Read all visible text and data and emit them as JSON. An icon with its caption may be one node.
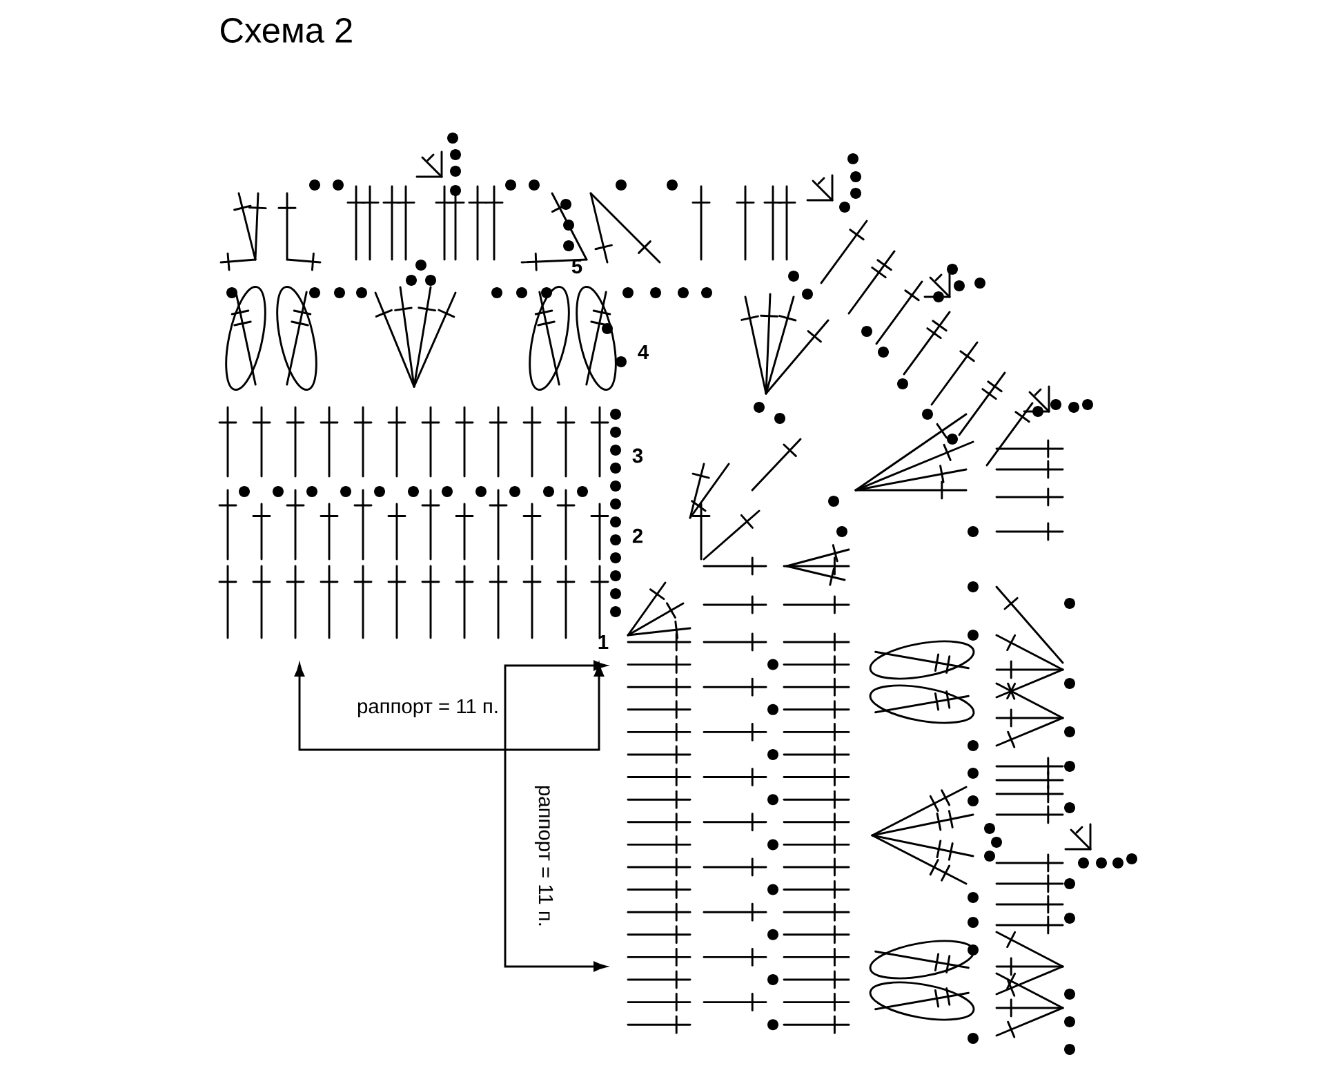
{
  "diagram": {
    "title": "Схема 2",
    "labels": [
      "5",
      "4",
      "3",
      "2",
      "1",
      "раппорт = 11 п.",
      "раппорт = 11 п."
    ]
  }
}
